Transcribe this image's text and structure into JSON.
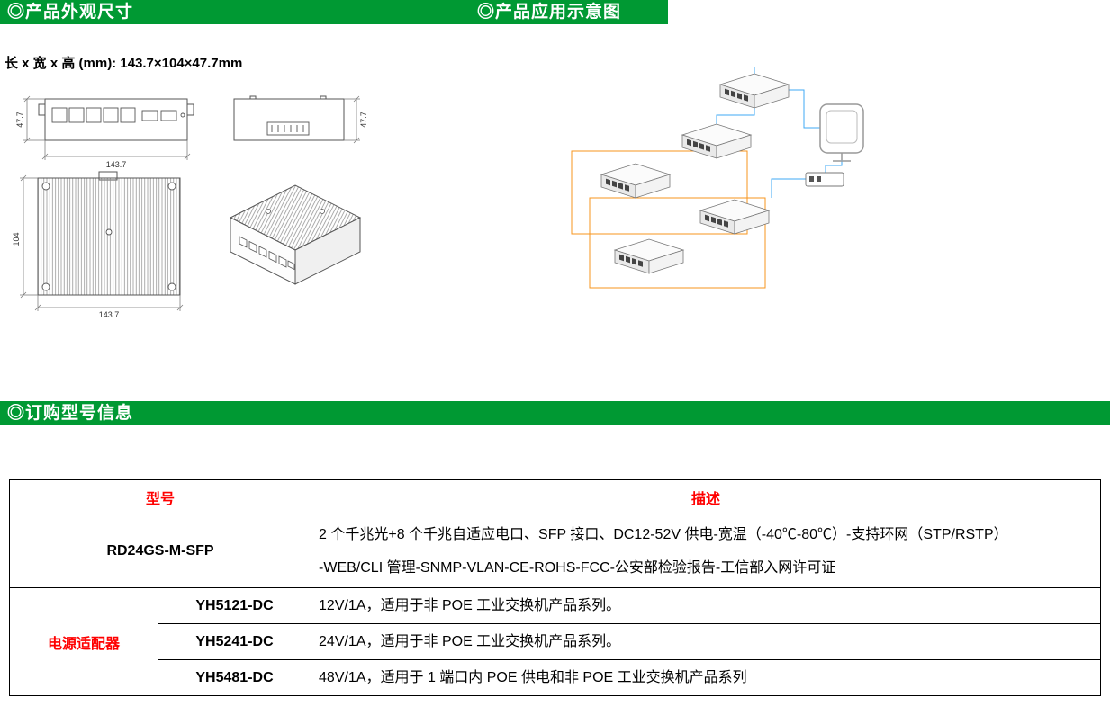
{
  "sections": {
    "dimensions_title": "◎产品外观尺寸",
    "application_title": "◎产品应用示意图",
    "ordering_title": "◎订购型号信息"
  },
  "dimensions_note": "长 x 宽 x 高 (mm): 143.7×104×47.7mm",
  "drawings": {
    "front_height": "47.7",
    "front_width": "143.7",
    "side_height": "47.7",
    "top_height": "104",
    "top_width": "143.7"
  },
  "colors": {
    "section_green": "#009933",
    "table_header_red": "#FF0000",
    "diagram_orange": "#F7941D",
    "diagram_blue": "#3FA9F5"
  },
  "table": {
    "col_model": "型号",
    "col_desc": "描述",
    "main_row": {
      "model": "RD24GS-M-SFP",
      "desc_line1": "2 个千兆光+8 个千兆自适应电口、SFP 接口、DC12-52V 供电-宽温（-40℃-80℃）-支持环网（STP/RSTP）",
      "desc_line2": "-WEB/CLI 管理-SNMP-VLAN-CE-ROHS-FCC-公安部检验报告-工信部入网许可证"
    },
    "adapter_group_label": "电源适配器",
    "adapter_rows": [
      {
        "model": "YH5121-DC",
        "desc": "12V/1A，适用于非 POE 工业交换机产品系列。"
      },
      {
        "model": "YH5241-DC",
        "desc": "24V/1A，适用于非 POE 工业交换机产品系列。"
      },
      {
        "model": "YH5481-DC",
        "desc": "48V/1A，适用于 1 端口内 POE 供电和非 POE 工业交换机产品系列"
      }
    ]
  }
}
